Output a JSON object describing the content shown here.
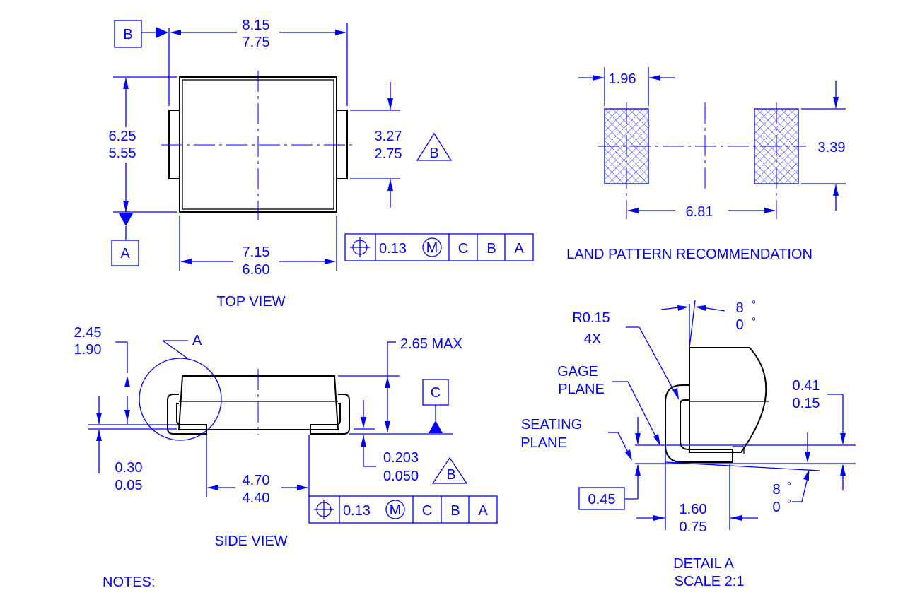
{
  "top_view": {
    "caption": "TOP VIEW",
    "width_max": "8.15",
    "width_min": "7.75",
    "height_max": "6.25",
    "height_min": "5.55",
    "lead_max": "3.27",
    "lead_min": "2.75",
    "body_max": "7.15",
    "body_min": "6.60",
    "datum_b": "B",
    "datum_a": "A",
    "lead_note": "B"
  },
  "fcf_top": {
    "tolerance": "0.13",
    "modifier": "M",
    "datums": [
      "C",
      "B",
      "A"
    ]
  },
  "land_pattern": {
    "caption": "LAND PATTERN RECOMMENDATION",
    "pad_width": "1.96",
    "pad_height": "3.39",
    "pitch": "6.81"
  },
  "side_view": {
    "caption": "SIDE VIEW",
    "standoff_max": "2.45",
    "standoff_min": "1.90",
    "detail_ref": "A",
    "height_max": "2.65 MAX",
    "datum_c": "C",
    "lead_thk_max": "0.30",
    "lead_thk_min": "0.05",
    "coplan_max": "0.203",
    "coplan_min": "0.050",
    "coplan_note": "B",
    "span_max": "4.70",
    "span_min": "4.40"
  },
  "fcf_side": {
    "tolerance": "0.13",
    "modifier": "M",
    "datums": [
      "C",
      "B",
      "A"
    ]
  },
  "detail_a": {
    "caption_1": "DETAIL A",
    "caption_2": "SCALE 2:1",
    "radius": "R0.15",
    "radius_count": "4X",
    "gage_1": "GAGE",
    "gage_2": "PLANE",
    "seat_1": "SEATING",
    "seat_2": "PLANE",
    "angle_top_max": "8",
    "angle_top_min": "0",
    "angle_bot_max": "8",
    "angle_bot_min": "0",
    "deg_symbol": "°",
    "foot_max": "0.41",
    "foot_min": "0.15",
    "gage_ht": "0.45",
    "foot_len_max": "1.60",
    "foot_len_min": "0.75"
  },
  "notes_label": "NOTES:"
}
